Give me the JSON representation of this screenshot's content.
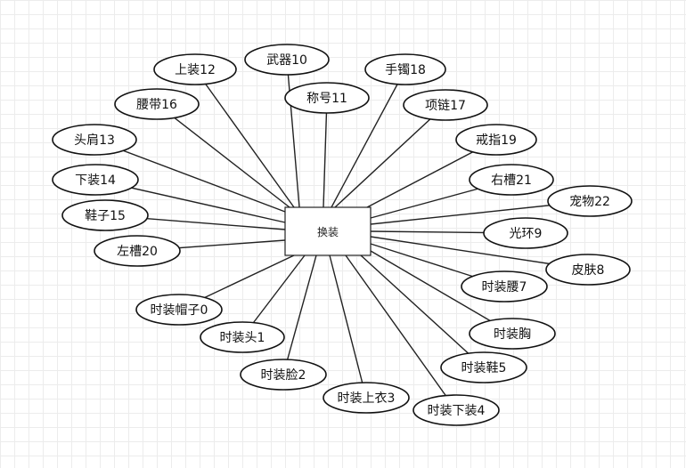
{
  "center": {
    "label": "换装"
  },
  "nodes": [
    {
      "id": "jacket-12",
      "label": "上装12"
    },
    {
      "id": "weapon-10",
      "label": "武器10"
    },
    {
      "id": "bracelet-18",
      "label": "手镯18"
    },
    {
      "id": "title-11",
      "label": "称号11"
    },
    {
      "id": "belt-16",
      "label": "腰带16"
    },
    {
      "id": "necklace-17",
      "label": "项链17"
    },
    {
      "id": "shoulder-13",
      "label": "头肩13"
    },
    {
      "id": "ring-19",
      "label": "戒指19"
    },
    {
      "id": "pants-14",
      "label": "下装14"
    },
    {
      "id": "right-slot-21",
      "label": "右槽21"
    },
    {
      "id": "pet-22",
      "label": "宠物22"
    },
    {
      "id": "shoes-15",
      "label": "鞋子15"
    },
    {
      "id": "halo-9",
      "label": "光环9"
    },
    {
      "id": "left-slot-20",
      "label": "左槽20"
    },
    {
      "id": "skin-8",
      "label": "皮肤8"
    },
    {
      "id": "fashion-waist-7",
      "label": "时装腰7"
    },
    {
      "id": "fashion-hat-0",
      "label": "时装帽子0"
    },
    {
      "id": "fashion-chest",
      "label": "时装胸"
    },
    {
      "id": "fashion-head-1",
      "label": "时装头1"
    },
    {
      "id": "fashion-shoes-5",
      "label": "时装鞋5"
    },
    {
      "id": "fashion-face-2",
      "label": "时装脸2"
    },
    {
      "id": "fashion-top-3",
      "label": "时装上衣3"
    },
    {
      "id": "fashion-pants-4",
      "label": "时装下装4"
    }
  ]
}
